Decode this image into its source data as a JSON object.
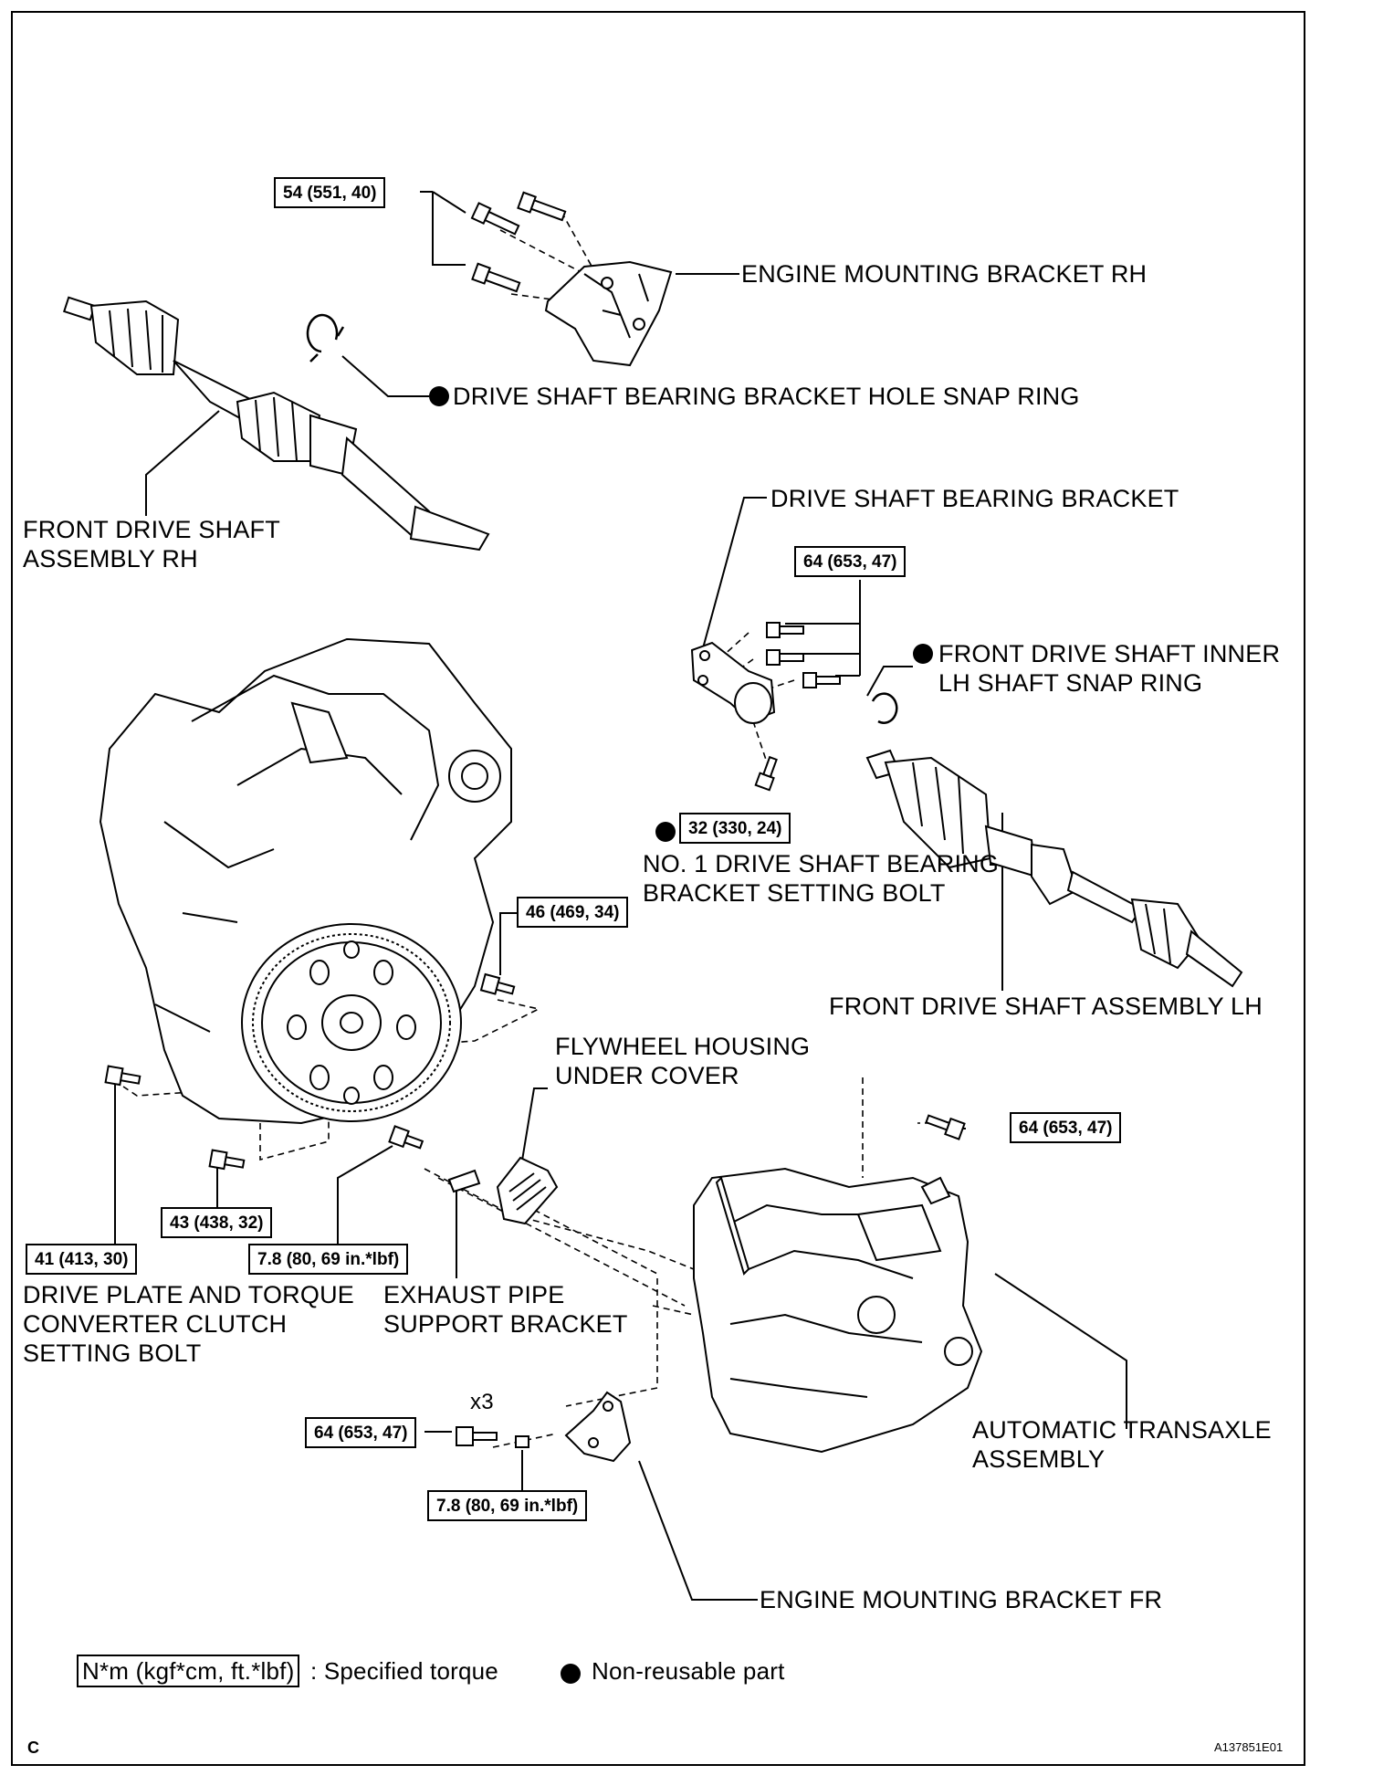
{
  "labels": {
    "engine_mounting_bracket_rh": "ENGINE MOUNTING BRACKET RH",
    "drive_shaft_bearing_bracket_hole_snap_ring": "DRIVE SHAFT BEARING BRACKET HOLE SNAP RING",
    "front_drive_shaft_assembly_rh": "FRONT DRIVE SHAFT\nASSEMBLY RH",
    "drive_shaft_bearing_bracket": "DRIVE SHAFT BEARING BRACKET",
    "front_drive_shaft_inner_lh_snap_ring": "FRONT DRIVE SHAFT INNER\nLH SHAFT SNAP RING",
    "no1_drive_shaft_bearing_bracket_setting_bolt": "NO. 1 DRIVE SHAFT BEARING\nBRACKET SETTING BOLT",
    "front_drive_shaft_assembly_lh": "FRONT DRIVE SHAFT ASSEMBLY LH",
    "flywheel_housing_under_cover": "FLYWHEEL HOUSING\nUNDER COVER",
    "drive_plate_torque_converter_bolt": "DRIVE PLATE AND TORQUE\nCONVERTER CLUTCH\nSETTING BOLT",
    "exhaust_pipe_support_bracket": "EXHAUST PIPE\nSUPPORT BRACKET",
    "automatic_transaxle_assembly": "AUTOMATIC TRANSAXLE\nASSEMBLY",
    "engine_mounting_bracket_fr": "ENGINE MOUNTING BRACKET FR",
    "x3": "x3"
  },
  "torques": {
    "t_54": "54 (551, 40)",
    "t_64_top": "64 (653, 47)",
    "t_32": "32 (330, 24)",
    "t_46": "46 (469, 34)",
    "t_64_right": "64 (653, 47)",
    "t_43": "43 (438, 32)",
    "t_41": "41 (413, 30)",
    "t_78_mid": "7.8 (80, 69 in.*lbf)",
    "t_64_bottom": "64 (653, 47)",
    "t_78_bottom": "7.8 (80, 69 in.*lbf)"
  },
  "legend": {
    "torque_box": "N*m (kgf*cm, ft.*lbf)",
    "torque_text": ": Specified torque",
    "nonreusable_text": "Non-reusable part"
  },
  "footer": {
    "left_code": "C",
    "right_code": "A137851E01"
  }
}
